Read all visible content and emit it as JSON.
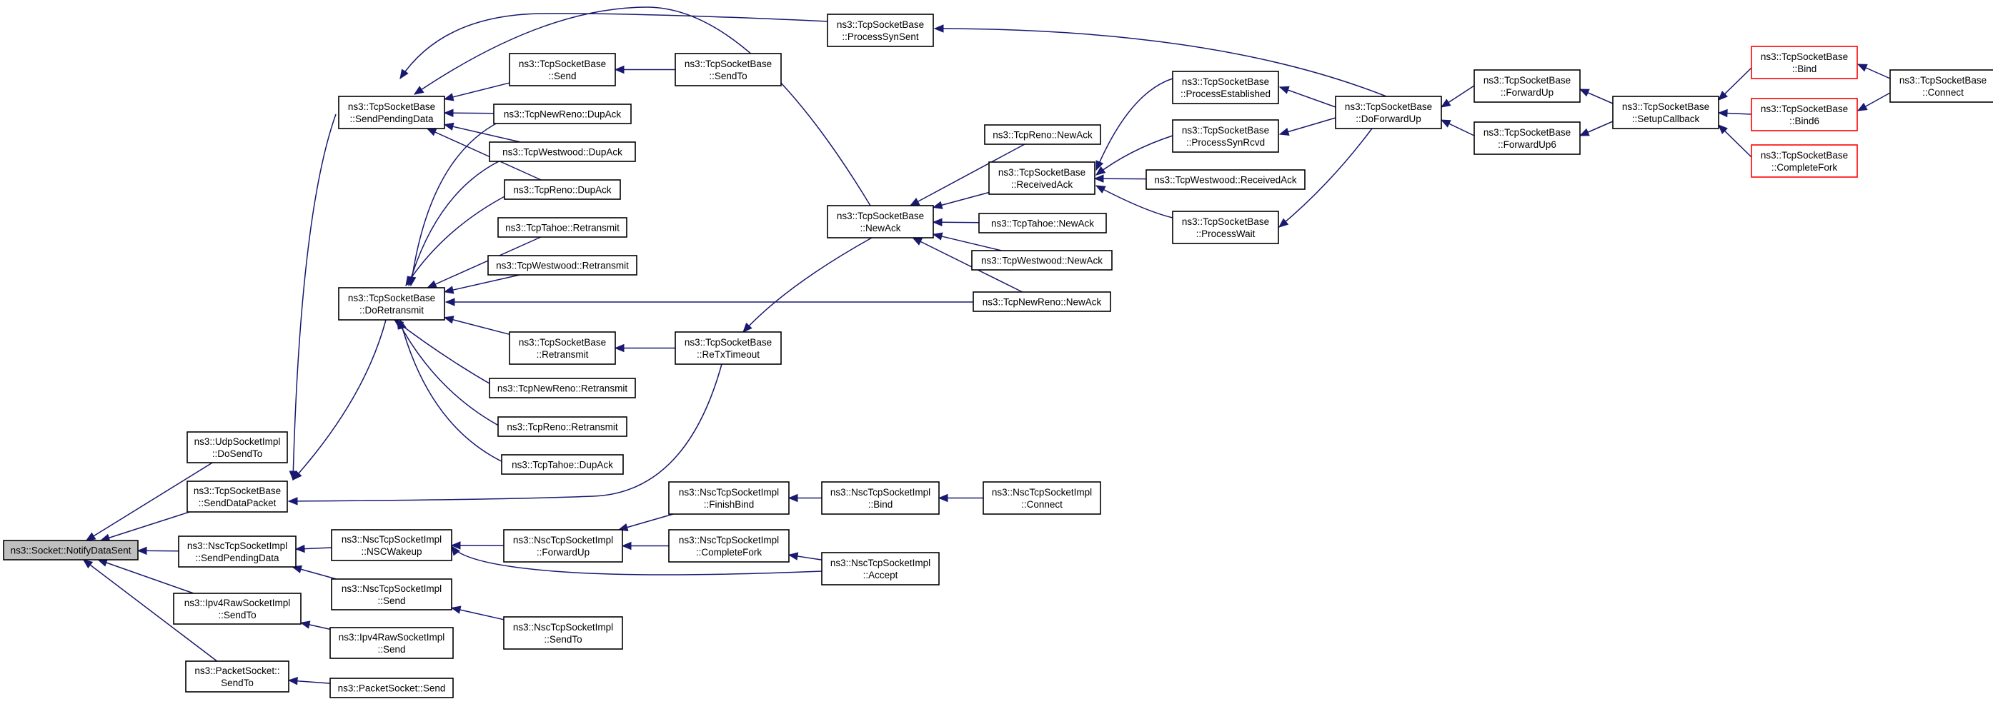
{
  "colors": {
    "edge": "#191970",
    "node_border": "#000000",
    "truncated_border": "#ff0000",
    "root_fill": "#bfbfbf"
  },
  "nodes": [
    {
      "id": "root",
      "lines": [
        "ns3::Socket::NotifyDataSent"
      ],
      "root": true
    },
    {
      "id": "udp_dosendto",
      "lines": [
        "ns3::UdpSocketImpl",
        "::DoSendTo"
      ]
    },
    {
      "id": "tcp_senddatapacket",
      "lines": [
        "ns3::TcpSocketBase",
        "::SendDataPacket"
      ]
    },
    {
      "id": "nsc_sendpendingdata",
      "lines": [
        "ns3::NscTcpSocketImpl",
        "::SendPendingData"
      ]
    },
    {
      "id": "ipv4raw_sendto",
      "lines": [
        "ns3::Ipv4RawSocketImpl",
        "::SendTo"
      ]
    },
    {
      "id": "packet_sendto",
      "lines": [
        "ns3::PacketSocket::",
        "SendTo"
      ]
    },
    {
      "id": "tcp_sendpendingdata",
      "lines": [
        "ns3::TcpSocketBase",
        "::SendPendingData"
      ]
    },
    {
      "id": "tcp_doretransmit",
      "lines": [
        "ns3::TcpSocketBase",
        "::DoRetransmit"
      ]
    },
    {
      "id": "nsc_nscwakeup",
      "lines": [
        "ns3::NscTcpSocketImpl",
        "::NSCWakeup"
      ]
    },
    {
      "id": "nsc_send",
      "lines": [
        "ns3::NscTcpSocketImpl",
        "::Send"
      ]
    },
    {
      "id": "ipv4raw_send",
      "lines": [
        "ns3::Ipv4RawSocketImpl",
        "::Send"
      ]
    },
    {
      "id": "packet_send",
      "lines": [
        "ns3::PacketSocket::Send"
      ]
    },
    {
      "id": "tcp_send",
      "lines": [
        "ns3::TcpSocketBase",
        "::Send"
      ]
    },
    {
      "id": "newreno_dupack",
      "lines": [
        "ns3::TcpNewReno::DupAck"
      ]
    },
    {
      "id": "westwood_dupack",
      "lines": [
        "ns3::TcpWestwood::DupAck"
      ]
    },
    {
      "id": "reno_dupack",
      "lines": [
        "ns3::TcpReno::DupAck"
      ]
    },
    {
      "id": "tahoe_retransmit",
      "lines": [
        "ns3::TcpTahoe::Retransmit"
      ]
    },
    {
      "id": "westwood_retransmit",
      "lines": [
        "ns3::TcpWestwood::Retransmit"
      ]
    },
    {
      "id": "tcp_retransmit",
      "lines": [
        "ns3::TcpSocketBase",
        "::Retransmit"
      ]
    },
    {
      "id": "newreno_retransmit",
      "lines": [
        "ns3::TcpNewReno::Retransmit"
      ]
    },
    {
      "id": "reno_retransmit",
      "lines": [
        "ns3::TcpReno::Retransmit"
      ]
    },
    {
      "id": "tahoe_dupack",
      "lines": [
        "ns3::TcpTahoe::DupAck"
      ]
    },
    {
      "id": "nsc_forwardup",
      "lines": [
        "ns3::NscTcpSocketImpl",
        "::ForwardUp"
      ]
    },
    {
      "id": "nsc_sendto",
      "lines": [
        "ns3::NscTcpSocketImpl",
        "::SendTo"
      ]
    },
    {
      "id": "tcp_sendto",
      "lines": [
        "ns3::TcpSocketBase",
        "::SendTo"
      ]
    },
    {
      "id": "tcp_retxtimeout",
      "lines": [
        "ns3::TcpSocketBase",
        "::ReTxTimeout"
      ]
    },
    {
      "id": "nsc_finishbind",
      "lines": [
        "ns3::NscTcpSocketImpl",
        "::FinishBind"
      ]
    },
    {
      "id": "nsc_completefork",
      "lines": [
        "ns3::NscTcpSocketImpl",
        "::CompleteFork"
      ]
    },
    {
      "id": "tcp_processsynsent",
      "lines": [
        "ns3::TcpSocketBase",
        "::ProcessSynSent"
      ]
    },
    {
      "id": "tcp_newack",
      "lines": [
        "ns3::TcpSocketBase",
        "::NewAck"
      ]
    },
    {
      "id": "nsc_bind",
      "lines": [
        "ns3::NscTcpSocketImpl",
        "::Bind"
      ]
    },
    {
      "id": "nsc_accept",
      "lines": [
        "ns3::NscTcpSocketImpl",
        "::Accept"
      ]
    },
    {
      "id": "reno_newack",
      "lines": [
        "ns3::TcpReno::NewAck"
      ]
    },
    {
      "id": "tcp_receivedack",
      "lines": [
        "ns3::TcpSocketBase",
        "::ReceivedAck"
      ]
    },
    {
      "id": "tahoe_newack",
      "lines": [
        "ns3::TcpTahoe::NewAck"
      ]
    },
    {
      "id": "westwood_newack",
      "lines": [
        "ns3::TcpWestwood::NewAck"
      ]
    },
    {
      "id": "newreno_newack",
      "lines": [
        "ns3::TcpNewReno::NewAck"
      ]
    },
    {
      "id": "nsc_connect",
      "lines": [
        "ns3::NscTcpSocketImpl",
        "::Connect"
      ]
    },
    {
      "id": "tcp_processestablished",
      "lines": [
        "ns3::TcpSocketBase",
        "::ProcessEstablished"
      ]
    },
    {
      "id": "tcp_processsynrcvd",
      "lines": [
        "ns3::TcpSocketBase",
        "::ProcessSynRcvd"
      ]
    },
    {
      "id": "westwood_receivedack",
      "lines": [
        "ns3::TcpWestwood::ReceivedAck"
      ]
    },
    {
      "id": "tcp_processwait",
      "lines": [
        "ns3::TcpSocketBase",
        "::ProcessWait"
      ]
    },
    {
      "id": "tcp_doforwardup",
      "lines": [
        "ns3::TcpSocketBase",
        "::DoForwardUp"
      ]
    },
    {
      "id": "tcp_forwardup",
      "lines": [
        "ns3::TcpSocketBase",
        "::ForwardUp"
      ]
    },
    {
      "id": "tcp_forwardup6",
      "lines": [
        "ns3::TcpSocketBase",
        "::ForwardUp6"
      ]
    },
    {
      "id": "tcp_setupcallback",
      "lines": [
        "ns3::TcpSocketBase",
        "::SetupCallback"
      ]
    },
    {
      "id": "tcp_bind",
      "lines": [
        "ns3::TcpSocketBase",
        "::Bind"
      ],
      "truncated": true
    },
    {
      "id": "tcp_bind6",
      "lines": [
        "ns3::TcpSocketBase",
        "::Bind6"
      ],
      "truncated": true
    },
    {
      "id": "tcp_completefork",
      "lines": [
        "ns3::TcpSocketBase",
        "::CompleteFork"
      ],
      "truncated": true
    },
    {
      "id": "tcp_connect",
      "lines": [
        "ns3::TcpSocketBase",
        "::Connect"
      ]
    }
  ],
  "edges": [
    {
      "from": "udp_dosendto",
      "to": "root"
    },
    {
      "from": "tcp_senddatapacket",
      "to": "root"
    },
    {
      "from": "nsc_sendpendingdata",
      "to": "root"
    },
    {
      "from": "ipv4raw_sendto",
      "to": "root"
    },
    {
      "from": "packet_sendto",
      "to": "root"
    },
    {
      "from": "tcp_sendpendingdata",
      "to": "tcp_senddatapacket"
    },
    {
      "from": "tcp_doretransmit",
      "to": "tcp_senddatapacket"
    },
    {
      "from": "tcp_retxtimeout",
      "to": "tcp_senddatapacket"
    },
    {
      "from": "tcp_send",
      "to": "tcp_sendpendingdata"
    },
    {
      "from": "newreno_dupack",
      "to": "tcp_sendpendingdata"
    },
    {
      "from": "westwood_dupack",
      "to": "tcp_sendpendingdata"
    },
    {
      "from": "reno_dupack",
      "to": "tcp_sendpendingdata"
    },
    {
      "from": "tcp_processsynsent",
      "to": "tcp_sendpendingdata"
    },
    {
      "from": "tcp_newack",
      "to": "tcp_sendpendingdata"
    },
    {
      "from": "newreno_dupack",
      "to": "tcp_doretransmit"
    },
    {
      "from": "westwood_dupack",
      "to": "tcp_doretransmit"
    },
    {
      "from": "reno_dupack",
      "to": "tcp_doretransmit"
    },
    {
      "from": "tahoe_retransmit",
      "to": "tcp_doretransmit"
    },
    {
      "from": "westwood_retransmit",
      "to": "tcp_doretransmit"
    },
    {
      "from": "tcp_retransmit",
      "to": "tcp_doretransmit"
    },
    {
      "from": "newreno_retransmit",
      "to": "tcp_doretransmit"
    },
    {
      "from": "reno_retransmit",
      "to": "tcp_doretransmit"
    },
    {
      "from": "tahoe_dupack",
      "to": "tcp_doretransmit"
    },
    {
      "from": "newreno_newack",
      "to": "tcp_doretransmit"
    },
    {
      "from": "tcp_retxtimeout",
      "to": "tcp_retransmit"
    },
    {
      "from": "tcp_sendto",
      "to": "tcp_send"
    },
    {
      "from": "tcp_newack",
      "to": "tcp_retxtimeout"
    },
    {
      "from": "reno_newack",
      "to": "tcp_newack"
    },
    {
      "from": "tcp_receivedack",
      "to": "tcp_newack"
    },
    {
      "from": "tahoe_newack",
      "to": "tcp_newack"
    },
    {
      "from": "westwood_newack",
      "to": "tcp_newack"
    },
    {
      "from": "newreno_newack",
      "to": "tcp_newack"
    },
    {
      "from": "tcp_processestablished",
      "to": "tcp_receivedack"
    },
    {
      "from": "tcp_processsynrcvd",
      "to": "tcp_receivedack"
    },
    {
      "from": "westwood_receivedack",
      "to": "tcp_receivedack"
    },
    {
      "from": "tcp_processwait",
      "to": "tcp_receivedack"
    },
    {
      "from": "tcp_doforwardup",
      "to": "tcp_processsynsent"
    },
    {
      "from": "tcp_doforwardup",
      "to": "tcp_processestablished"
    },
    {
      "from": "tcp_doforwardup",
      "to": "tcp_processsynrcvd"
    },
    {
      "from": "tcp_doforwardup",
      "to": "tcp_processwait"
    },
    {
      "from": "tcp_forwardup",
      "to": "tcp_doforwardup"
    },
    {
      "from": "tcp_forwardup6",
      "to": "tcp_doforwardup"
    },
    {
      "from": "tcp_setupcallback",
      "to": "tcp_forwardup"
    },
    {
      "from": "tcp_setupcallback",
      "to": "tcp_forwardup6"
    },
    {
      "from": "tcp_bind",
      "to": "tcp_setupcallback"
    },
    {
      "from": "tcp_bind6",
      "to": "tcp_setupcallback"
    },
    {
      "from": "tcp_completefork",
      "to": "tcp_setupcallback"
    },
    {
      "from": "tcp_connect",
      "to": "tcp_bind"
    },
    {
      "from": "tcp_connect",
      "to": "tcp_bind6"
    },
    {
      "from": "nsc_nscwakeup",
      "to": "nsc_sendpendingdata"
    },
    {
      "from": "nsc_send",
      "to": "nsc_sendpendingdata"
    },
    {
      "from": "nsc_forwardup",
      "to": "nsc_nscwakeup"
    },
    {
      "from": "nsc_accept",
      "to": "nsc_nscwakeup"
    },
    {
      "from": "nsc_sendto",
      "to": "nsc_send"
    },
    {
      "from": "nsc_finishbind",
      "to": "nsc_forwardup"
    },
    {
      "from": "nsc_completefork",
      "to": "nsc_forwardup"
    },
    {
      "from": "nsc_bind",
      "to": "nsc_finishbind"
    },
    {
      "from": "nsc_accept",
      "to": "nsc_completefork"
    },
    {
      "from": "nsc_connect",
      "to": "nsc_bind"
    },
    {
      "from": "ipv4raw_send",
      "to": "ipv4raw_sendto"
    },
    {
      "from": "packet_send",
      "to": "packet_sendto"
    }
  ]
}
